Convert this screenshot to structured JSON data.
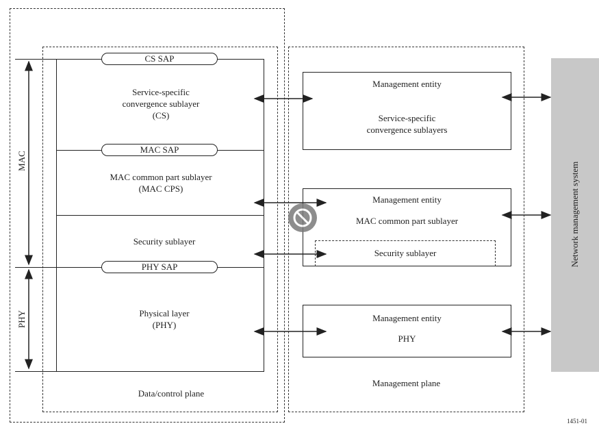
{
  "sap": {
    "cs": "CS SAP",
    "mac": "MAC SAP",
    "phy": "PHY SAP"
  },
  "left_stack": {
    "cs": [
      "Service-specific",
      "convergence sublayer",
      "(CS)"
    ],
    "mac_cps": [
      "MAC common part sublayer",
      "(MAC CPS)"
    ],
    "security": "Security sublayer",
    "phy": [
      "Physical layer",
      "(PHY)"
    ]
  },
  "side_labels": {
    "mac": "MAC",
    "phy": "PHY"
  },
  "planes": {
    "data_control": "Data/control plane",
    "management": "Management plane"
  },
  "management_entities": {
    "cs": {
      "title": "Management entity",
      "body": [
        "Service-specific",
        "convergence sublayers"
      ]
    },
    "mac": {
      "title": "Management entity",
      "body": "MAC common part sublayer",
      "security": "Security sublayer"
    },
    "phy": {
      "title": "Management entity",
      "body": "PHY"
    }
  },
  "nms": "Network management system",
  "figure_id": "1451-01",
  "colors": {
    "nms_fill": "#c8c8c8",
    "icon_fill": "#7a7a7a"
  },
  "icons": [
    "prohibited-icon"
  ]
}
